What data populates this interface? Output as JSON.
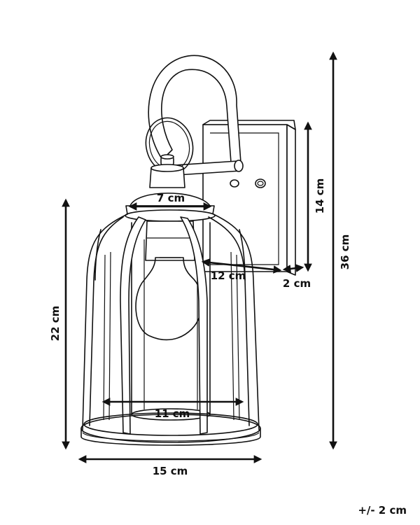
{
  "colors": {
    "ink": "#111111",
    "background": "#ffffff"
  },
  "dimensions": {
    "top_diameter": "7 cm",
    "height_back_plate": "14 cm",
    "total_height": "36 cm",
    "depth": "12 cm",
    "plate_thickness": "2 cm",
    "cage_height": "22 cm",
    "inner_diameter": "11 cm",
    "base_width": "15 cm"
  },
  "tolerance": "+/- 2 cm"
}
